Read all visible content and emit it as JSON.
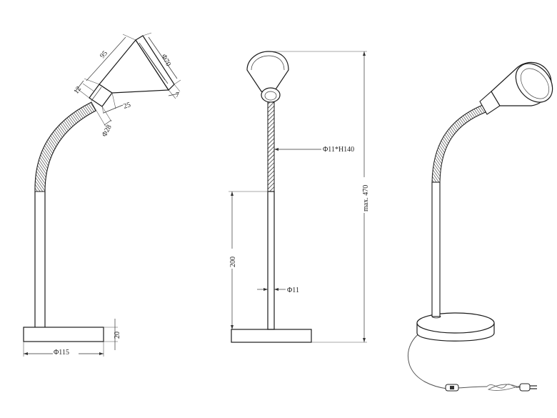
{
  "dimensions": {
    "side_length_95": "95",
    "side_diam_70": "Φ70",
    "side_len_7": "7",
    "side_len_25": "25",
    "side_len_12": "12",
    "side_diam_28": "Φ28",
    "side_height_20": "20",
    "side_base_diam_115": "Φ115",
    "front_arm": "Φ11*H140",
    "front_stem_200": "200",
    "front_stem_diam_11": "Φ11",
    "front_max_470": "max. 470"
  },
  "icons": {
    "plug": "eu-plug-icon",
    "switch": "inline-switch-icon"
  }
}
